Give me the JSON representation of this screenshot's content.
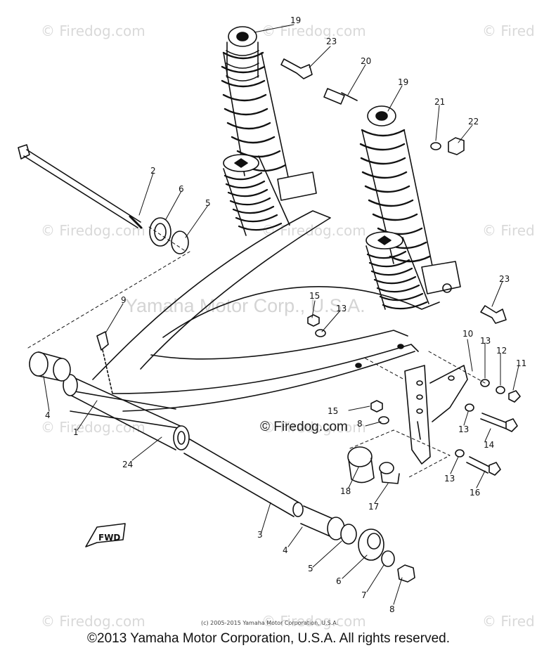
{
  "watermarks": {
    "tl": "© Firedog.com",
    "tc": "© Firedog.com",
    "tr": "© Fired",
    "ml": "© Firedog.com",
    "mc": "© Firedog.com",
    "mr": "© Fired",
    "ll": "© Firedog.com",
    "lc": "© Firedog.com",
    "bl": "© Firedog.com",
    "bc": "© Firedog.com",
    "br": "© Fired"
  },
  "center_watermark": "Yamaha Motor Corp., U.S.A.",
  "firedog_label": "© Firedog.com",
  "fwd_label": "FWD",
  "small_copyright": "(c) 2005-2015 Yamaha Motor Corporation, U.S.A.",
  "footer_copyright": "©2013 Yamaha Motor Corporation, U.S.A. All rights reserved.",
  "callouts": [
    {
      "id": "c19a",
      "label": "19"
    },
    {
      "id": "c23a",
      "label": "23"
    },
    {
      "id": "c20",
      "label": "20"
    },
    {
      "id": "c19b",
      "label": "19"
    },
    {
      "id": "c21",
      "label": "21"
    },
    {
      "id": "c22",
      "label": "22"
    },
    {
      "id": "c2",
      "label": "2"
    },
    {
      "id": "c6a",
      "label": "6"
    },
    {
      "id": "c5a",
      "label": "5"
    },
    {
      "id": "c23b",
      "label": "23"
    },
    {
      "id": "c15a",
      "label": "15"
    },
    {
      "id": "c13a",
      "label": "13"
    },
    {
      "id": "c9",
      "label": "9"
    },
    {
      "id": "c10",
      "label": "10"
    },
    {
      "id": "c13b",
      "label": "13"
    },
    {
      "id": "c12",
      "label": "12"
    },
    {
      "id": "c11",
      "label": "11"
    },
    {
      "id": "c4a",
      "label": "4"
    },
    {
      "id": "c1",
      "label": "1"
    },
    {
      "id": "c15b",
      "label": "15"
    },
    {
      "id": "c8a",
      "label": "8"
    },
    {
      "id": "c13c",
      "label": "13"
    },
    {
      "id": "c14",
      "label": "14"
    },
    {
      "id": "c24",
      "label": "24"
    },
    {
      "id": "c13d",
      "label": "13"
    },
    {
      "id": "c18",
      "label": "18"
    },
    {
      "id": "c17",
      "label": "17"
    },
    {
      "id": "c16",
      "label": "16"
    },
    {
      "id": "c3",
      "label": "3"
    },
    {
      "id": "c4b",
      "label": "4"
    },
    {
      "id": "c5b",
      "label": "5"
    },
    {
      "id": "c6b",
      "label": "6"
    },
    {
      "id": "c7",
      "label": "7"
    },
    {
      "id": "c8b",
      "label": "8"
    }
  ]
}
